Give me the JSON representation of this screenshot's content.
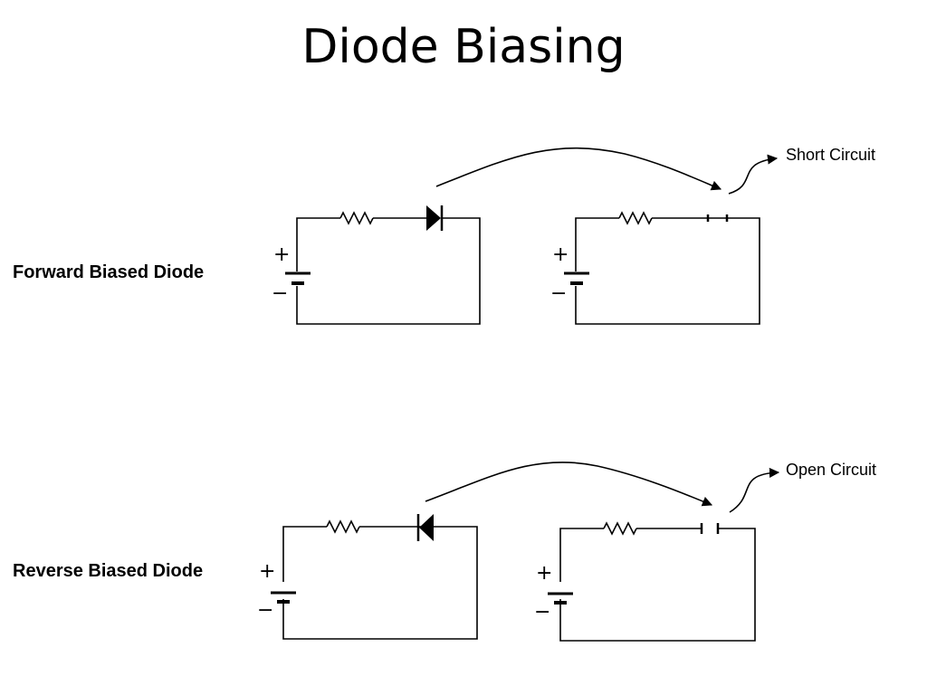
{
  "slide": {
    "title": "Diode Biasing"
  },
  "rows": {
    "forward": {
      "label": "Forward Biased Diode",
      "result_label": "Short Circuit"
    },
    "reverse": {
      "label": "Reverse Biased Diode",
      "result_label": "Open Circuit"
    }
  },
  "battery": {
    "plus": "+",
    "minus": "−"
  }
}
